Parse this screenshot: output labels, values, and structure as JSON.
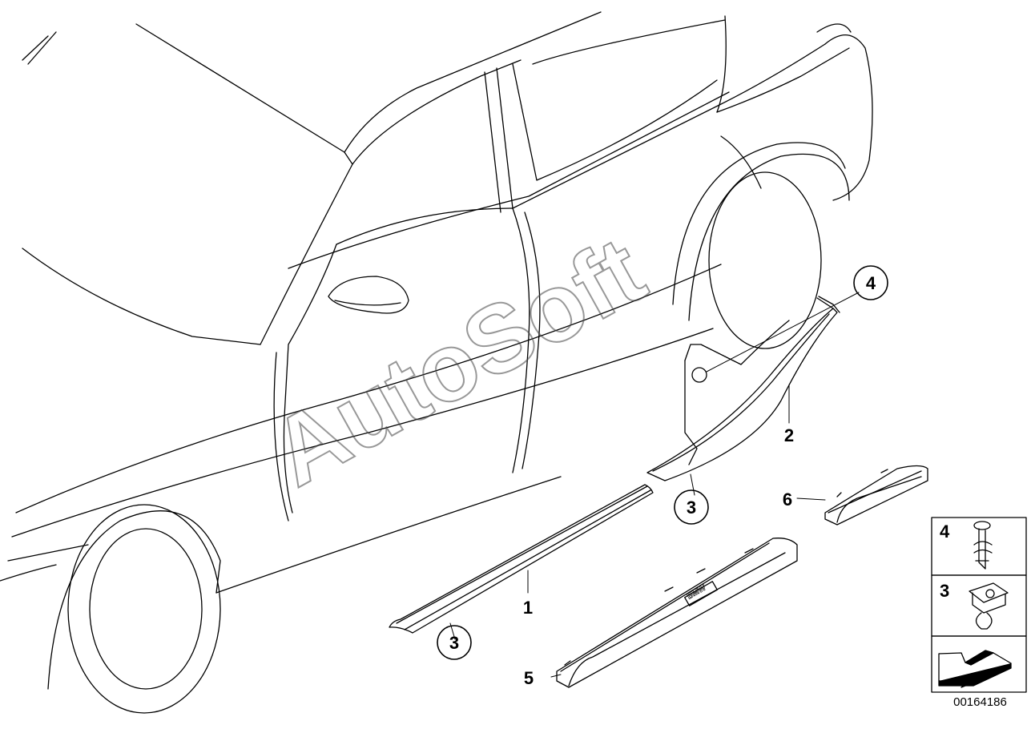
{
  "diagram": {
    "watermark": "AutoSoft",
    "diagram_id": "00164186",
    "callouts": [
      {
        "id": "callout-4",
        "label": "4"
      },
      {
        "id": "callout-3-upper",
        "label": "3"
      },
      {
        "id": "callout-3-lower",
        "label": "3"
      }
    ],
    "part_numbers": [
      {
        "id": "part-label-1",
        "label": "1"
      },
      {
        "id": "part-label-2",
        "label": "2"
      },
      {
        "id": "part-label-5",
        "label": "5"
      },
      {
        "id": "part-label-6",
        "label": "6"
      }
    ],
    "sill_logo_text": "BMW",
    "legend": [
      {
        "label": "4",
        "item": "expanding-rivet"
      },
      {
        "label": "3",
        "item": "clip"
      }
    ]
  }
}
